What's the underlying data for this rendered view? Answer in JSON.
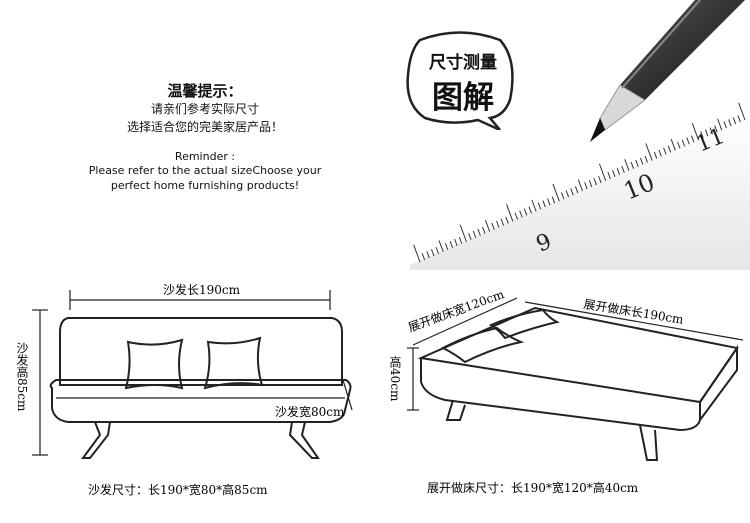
{
  "tips": {
    "title": "温馨提示：",
    "line1": "请亲们参考实际尺寸",
    "line2": "选择适合您的完美家居产品！",
    "en_title": "Reminder :",
    "en_line1": "Please refer to the actual sizeChoose your",
    "en_line2": "perfect home furnishing products!"
  },
  "badge": {
    "line1": "尺寸测量",
    "line2": "图解"
  },
  "ruler": {
    "numbers": [
      "9",
      "10",
      "11"
    ]
  },
  "sofa": {
    "length_label": "沙发长190cm",
    "height_label": "沙发高85cm",
    "depth_label": "沙发宽80cm",
    "caption": "沙发尺寸：长190*宽80*高85cm"
  },
  "bed": {
    "width_label": "展开做床宽120cm",
    "length_label": "展开做床长190cm",
    "height_label": "高40cm",
    "caption": "展开做床尺寸：长190*宽120*高40cm"
  }
}
